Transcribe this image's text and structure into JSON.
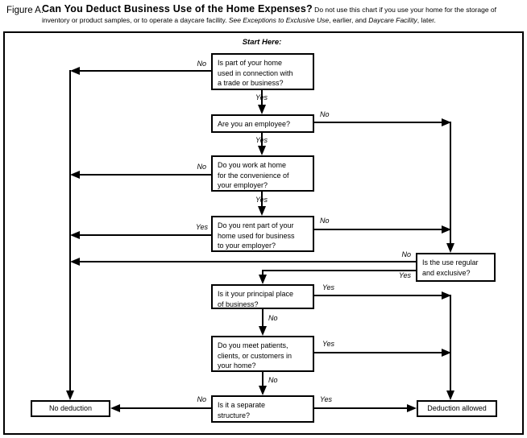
{
  "title": {
    "figure_label": "Figure A.",
    "heading": "Can You Deduct Business Use of the Home Expenses?",
    "note_part1": " Do not use this chart if you use your home for the storage of inventory or product samples, or to operate a daycare facility. ",
    "note_italic1": "See Exceptions to Exclusive Use",
    "note_part2": ", earlier, and ",
    "note_italic2": "Daycare Facility",
    "note_part3": ", later."
  },
  "chart": {
    "start_label": "Start Here:",
    "yes_label": "Yes",
    "no_label": "No",
    "nodes": {
      "q1": "Is part of your home\nused in connection with\na trade or business?",
      "q2": "Are you an employee?",
      "q3": "Do you work at home\nfor the convenience of\nyour employer?",
      "q4": "Do you rent part of your\nhome used for business\nto your employer?",
      "q5": "Is the use regular\nand exclusive?",
      "q6": "Is it your principal place\nof business?",
      "q7": "Do you meet patients,\nclients, or customers in\nyour home?",
      "q8": "Is it a separate\nstructure?",
      "no_deduction": "No deduction",
      "deduction_allowed": "Deduction allowed"
    }
  }
}
